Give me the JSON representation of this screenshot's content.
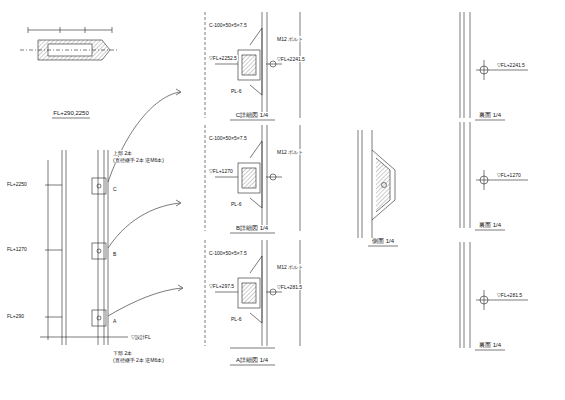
{
  "diagram": {
    "labels": [
      "FL+290,2250",
      "FL+2250",
      "FL+1270",
      "FL+290",
      "上部 2本",
      "(直径継手 2本 逆M6本)",
      "下部 2本",
      "(直径継手 2本 逆M6本)",
      "C",
      "B",
      "A",
      "▽設計FL",
      "C詳細図 1/4",
      "B詳細図 1/4",
      "A詳細図 1/4",
      "側面 1/4",
      "裏面 1/4",
      "裏面 1/4",
      "裏面 1/4",
      "▽FL+2252.5",
      "▽FL+2241.5",
      "▽FL+1270",
      "▽FL+297.5",
      "▽FL+281.5",
      "▽FL+2241.5",
      "▽FL+1270",
      "▽FL+281.5",
      "C-100×50×5×7.5",
      "C-100×50×5×7.5",
      "C-100×50×5×7.5",
      "PL-6",
      "PL-6",
      "PL-6",
      "M12 ボルト",
      "M12 ボルト",
      "M12 ボルト"
    ]
  }
}
